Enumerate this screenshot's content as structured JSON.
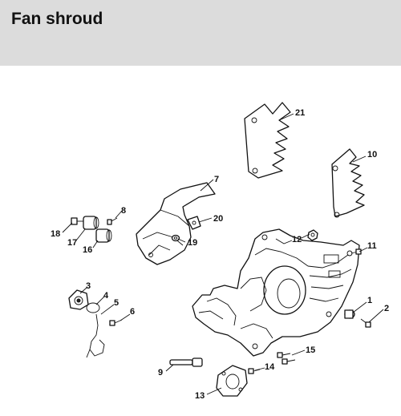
{
  "header": {
    "title": "Fan shroud"
  },
  "callouts": {
    "p1": "1",
    "p2": "2",
    "p3": "3",
    "p4": "4",
    "p5": "5",
    "p6": "6",
    "p7": "7",
    "p8": "8",
    "p9": "9",
    "p10": "10",
    "p11": "11",
    "p12": "12",
    "p13": "13",
    "p14": "14",
    "p15": "15",
    "p16": "16",
    "p17": "17",
    "p18": "18",
    "p19": "19",
    "p20": "20",
    "p21": "21"
  }
}
